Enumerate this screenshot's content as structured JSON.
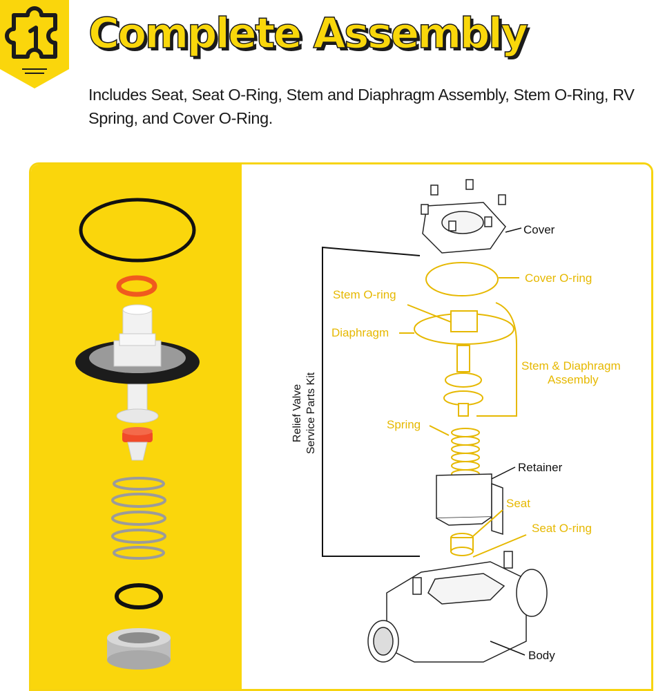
{
  "header": {
    "title": "Complete Assembly",
    "subtitle": "Includes Seat, Seat O-Ring, Stem and Diaphragm Assembly, Stem O-Ring, RV Spring, and Cover O-Ring.",
    "badge_icon": "puzzle-piece-icon"
  },
  "colors": {
    "accent_yellow": "#FAD60C",
    "outline": "#1b1b1b",
    "diagram_yellow": "#E6B800",
    "o_ring_orange": "#F05A1E"
  },
  "diagram": {
    "side_label_line1": "Relief Valve",
    "side_label_line2": "Service Parts Kit",
    "labels": {
      "cover": "Cover",
      "cover_oring": "Cover O-ring",
      "stem_oring": "Stem O-ring",
      "diaphragm": "Diaphragm",
      "stem_diaphragm_line1": "Stem & Diaphragm",
      "stem_diaphragm_line2": "Assembly",
      "spring": "Spring",
      "retainer": "Retainer",
      "seat": "Seat",
      "seat_oring": "Seat O-ring",
      "body": "Body"
    }
  }
}
